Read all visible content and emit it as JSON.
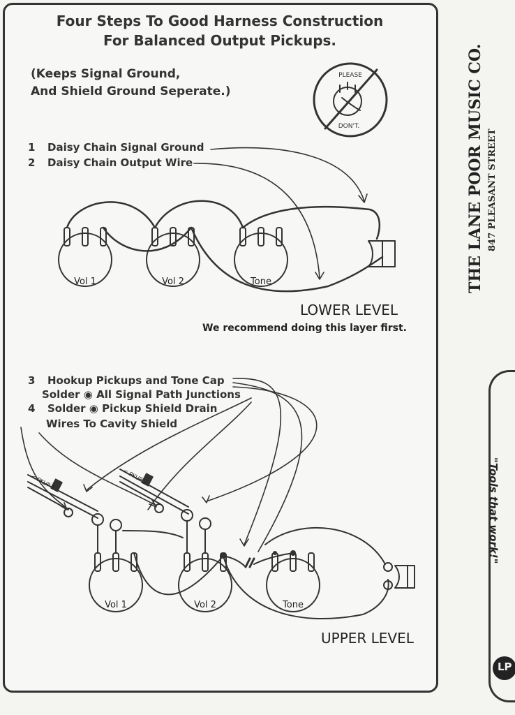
{
  "title": {
    "line1": "Four Steps To Good Harness Construction",
    "line2": "For Balanced Output Pickups."
  },
  "note": {
    "line1": "(Keeps Signal Ground,",
    "line2": "And Shield Ground Seperate.)"
  },
  "warning_badge": {
    "top": "PLEASE",
    "bottom": "DON'T."
  },
  "steps": [
    {
      "number": "1",
      "text": "Daisy Chain Signal Ground"
    },
    {
      "number": "2",
      "text": "Daisy Chain Output Wire"
    },
    {
      "number": "3",
      "text": "Hookup Pickups and Tone Cap"
    },
    {
      "number": "",
      "text": "Solder ◉ All Signal Path Junctions"
    },
    {
      "number": "4",
      "text": "Solder ◉ Pickup Shield Drain"
    },
    {
      "number": "",
      "text": "Wires To Cavity Shield"
    }
  ],
  "lower": {
    "pots": [
      "Vol 1",
      "Vol 2",
      "Tone"
    ],
    "level_label": "LOWER LEVEL",
    "recommend": "We recommend doing this layer first."
  },
  "upper": {
    "pots": [
      "Vol 1",
      "Vol 2",
      "Tone"
    ],
    "pickups": [
      "< PKUP 1",
      "< PKUP 2"
    ],
    "level_label": "UPPER LEVEL"
  },
  "sidebar": {
    "company": "THE LANE POOR MUSIC CO.",
    "street": "847 PLEASANT STREET",
    "slogan": "\"Tools that work!\""
  }
}
